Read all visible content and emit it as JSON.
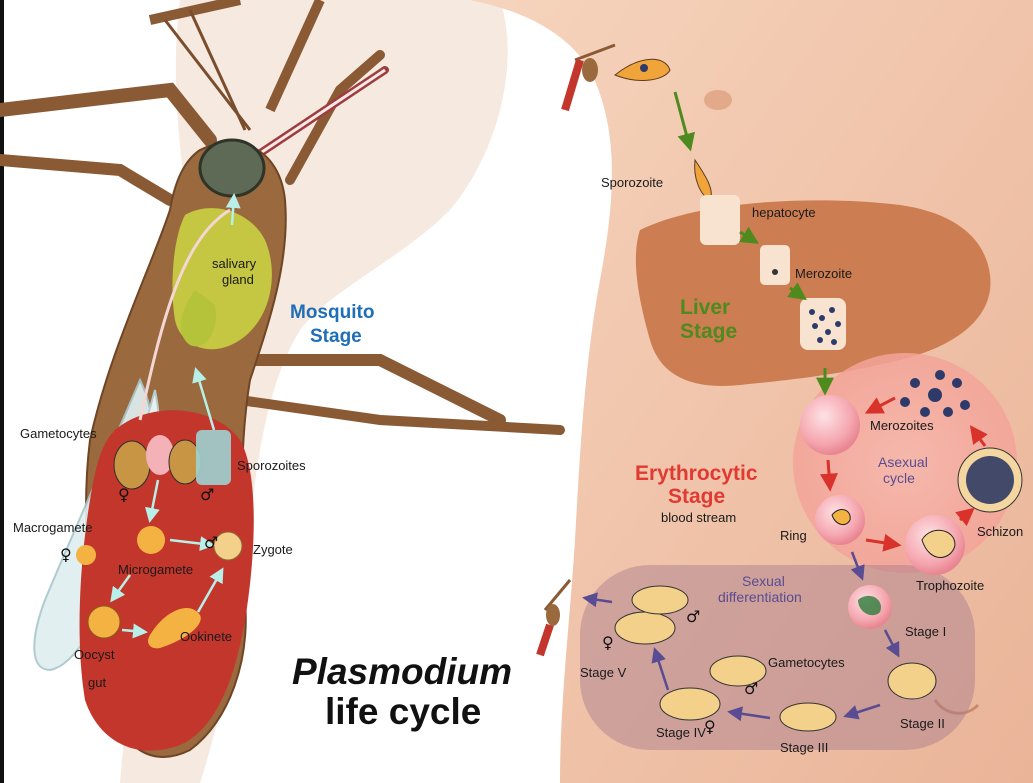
{
  "title": {
    "line1": "Plasmodium",
    "line2": "life cycle"
  },
  "stages": {
    "mosquito": {
      "line1": "Mosquito",
      "line2": "Stage"
    },
    "liver": {
      "line1": "Liver",
      "line2": "Stage"
    },
    "erythrocytic": {
      "line1": "Erythrocytic",
      "line2": "Stage",
      "sub": "blood stream"
    }
  },
  "cycles": {
    "asexual": {
      "line1": "Asexual",
      "line2": "cycle"
    },
    "sexual": {
      "line1": "Sexual",
      "line2": "differentiation"
    }
  },
  "labels": {
    "sporozoite": "Sporozoite",
    "hepatocyte": "hepatocyte",
    "merozoite": "Merozoite",
    "merozoites": "Merozoites",
    "schizon": "Schizon",
    "ring": "Ring",
    "trophozoite": "Trophozoite",
    "stage_i": "Stage I",
    "stage_ii": "Stage II",
    "stage_iii": "Stage III",
    "stage_iv": "Stage IV",
    "stage_v": "Stage V",
    "gametocytes_blood": "Gametocytes",
    "salivary_line1": "salivary",
    "salivary_line2": "gland",
    "gametocytes_mosq": "Gametocytes",
    "sporozoites_mosq": "Sporozoites",
    "macrogamete": "Macrogamete",
    "microgamete": "Microgamete",
    "zygote": "Zygote",
    "oocyst": "Oocyst",
    "ookinete": "Ookinete",
    "gut": "gut"
  },
  "symbols": {
    "female": "♀",
    "male": "♂"
  },
  "colors": {
    "mosquito_blue": "#1e6fb8",
    "liver_green": "#4f8a1f",
    "erythrocytic_red": "#e03a32",
    "sexual_purple": "#5a4c92",
    "skin": "#f1c6a8",
    "liver": "#c9794d",
    "mosquito_body": "#9a6a3e",
    "gut": "#c3362c"
  }
}
